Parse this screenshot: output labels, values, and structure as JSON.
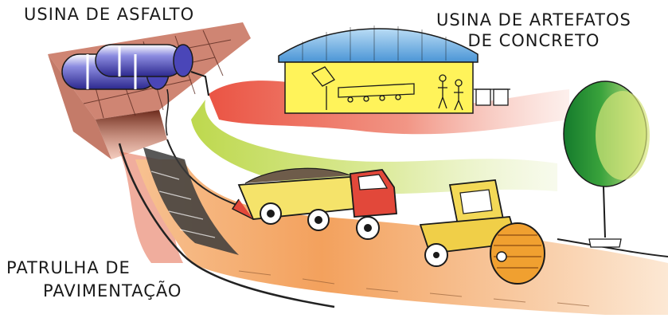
{
  "labels": {
    "asphalt_plant": "USINA DE ASFALTO",
    "concrete_plant_line1": "USINA DE ARTEFATOS",
    "concrete_plant_line2": "DE CONCRETO",
    "paving_patrol_line1": "PATRULHA DE",
    "paving_patrol_line2": "PAVIMENTAÇÃO"
  },
  "colors": {
    "asphalt_stream": "#e0543c",
    "concrete_stream": "#9cc52a",
    "road": "#f2a25a",
    "asphalt_tank": "#3e3aa8",
    "roof": "#5ea7df",
    "building": "#fff24a",
    "truck_cab": "#e2483a",
    "truck_bed": "#f3e058",
    "roller": "#f0d24a",
    "tree": "#2f9a3a",
    "ink": "#1a1a1a"
  },
  "icons": [
    "asphalt-tank-icon",
    "factory-icon",
    "dump-truck-icon",
    "road-roller-icon",
    "tree-icon",
    "worker-icon"
  ]
}
